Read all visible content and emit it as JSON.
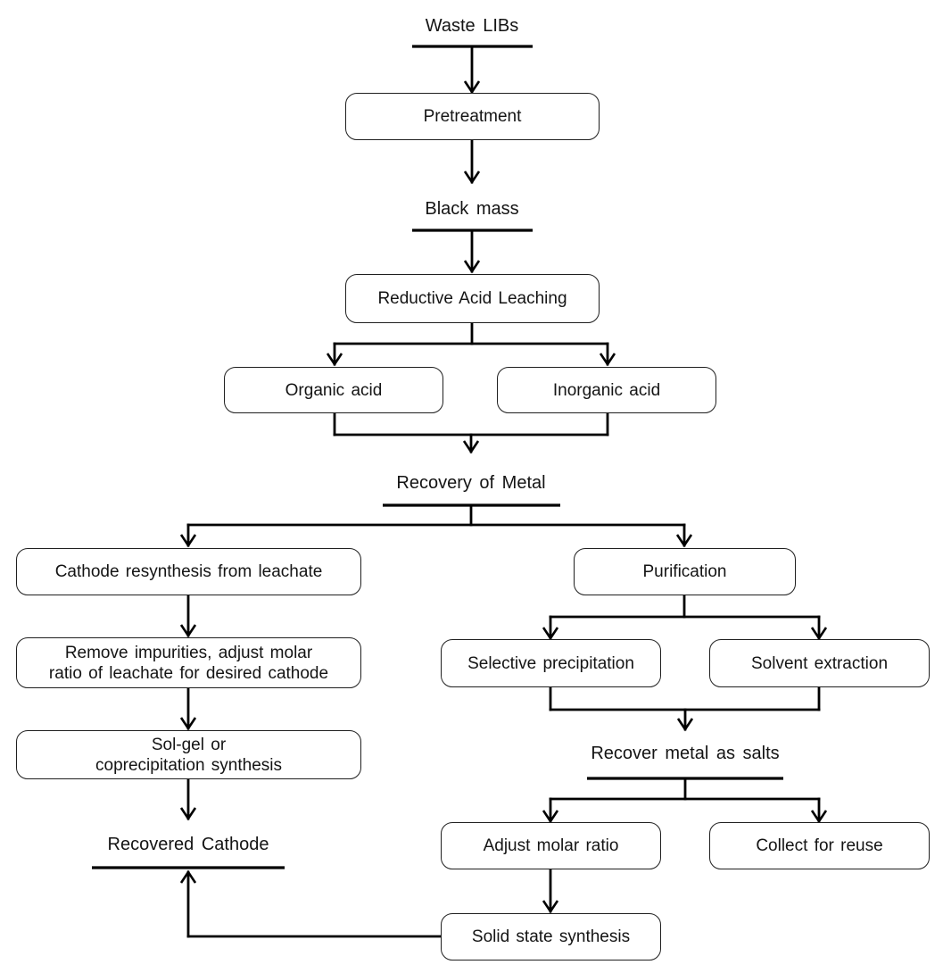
{
  "diagram": {
    "type": "flowchart",
    "topic": "Recycling of waste lithium-ion batteries (LIBs)",
    "colors": {
      "background": "#ffffff",
      "line": "#000000",
      "box_border": "#1f1f1f",
      "text": "#141414"
    },
    "nodes": {
      "waste_libs": {
        "label": "Waste LIBs",
        "shape": "underlined-text"
      },
      "pretreatment": {
        "label": "Pretreatment",
        "shape": "rounded-box"
      },
      "black_mass": {
        "label": "Black mass",
        "shape": "underlined-text"
      },
      "reductive": {
        "label": "Reductive Acid Leaching",
        "shape": "rounded-box"
      },
      "organic": {
        "label": "Organic acid",
        "shape": "rounded-box"
      },
      "inorganic": {
        "label": "Inorganic acid",
        "shape": "rounded-box"
      },
      "recovery_of_metal": {
        "label": "Recovery of Metal",
        "shape": "underlined-text"
      },
      "cathode_resynthesis": {
        "label": "Cathode resynthesis from leachate",
        "shape": "rounded-box"
      },
      "remove_impurities": {
        "label": "Remove impurities, adjust molar ratio of leachate for desired cathode",
        "line1": "Remove impurities, adjust molar",
        "line2": "ratio of leachate for desired cathode",
        "shape": "rounded-box"
      },
      "solgel": {
        "label": "Sol-gel or coprecipitation synthesis",
        "line1": "Sol-gel or",
        "line2": "coprecipitation synthesis",
        "shape": "rounded-box"
      },
      "recovered_cathode": {
        "label": "Recovered Cathode",
        "shape": "underlined-text"
      },
      "purification": {
        "label": "Purification",
        "shape": "rounded-box"
      },
      "selective": {
        "label": "Selective precipitation",
        "shape": "rounded-box"
      },
      "solvent": {
        "label": "Solvent extraction",
        "shape": "rounded-box"
      },
      "recover_metal_salts": {
        "label": "Recover metal as salts",
        "shape": "underlined-text"
      },
      "adjust_molar": {
        "label": "Adjust molar ratio",
        "shape": "rounded-box"
      },
      "collect_reuse": {
        "label": "Collect for reuse",
        "shape": "rounded-box"
      },
      "solid_state": {
        "label": "Solid state synthesis",
        "shape": "rounded-box"
      }
    },
    "edges": [
      {
        "from": "Waste LIBs",
        "to": "Pretreatment"
      },
      {
        "from": "Pretreatment",
        "to": "Black mass"
      },
      {
        "from": "Black mass",
        "to": "Reductive Acid Leaching"
      },
      {
        "from": "Reductive Acid Leaching",
        "to": "Organic acid"
      },
      {
        "from": "Reductive Acid Leaching",
        "to": "Inorganic acid"
      },
      {
        "from": "Organic acid",
        "to": "Recovery of Metal"
      },
      {
        "from": "Inorganic acid",
        "to": "Recovery of Metal"
      },
      {
        "from": "Recovery of Metal",
        "to": "Cathode resynthesis from leachate"
      },
      {
        "from": "Recovery of Metal",
        "to": "Purification"
      },
      {
        "from": "Cathode resynthesis from leachate",
        "to": "Remove impurities, adjust molar ratio of leachate for desired cathode"
      },
      {
        "from": "Remove impurities, adjust molar ratio of leachate for desired cathode",
        "to": "Sol-gel or coprecipitation synthesis"
      },
      {
        "from": "Sol-gel or coprecipitation synthesis",
        "to": "Recovered Cathode"
      },
      {
        "from": "Purification",
        "to": "Selective precipitation"
      },
      {
        "from": "Purification",
        "to": "Solvent extraction"
      },
      {
        "from": "Selective precipitation",
        "to": "Recover metal as salts"
      },
      {
        "from": "Solvent extraction",
        "to": "Recover metal as salts"
      },
      {
        "from": "Recover metal as salts",
        "to": "Adjust molar ratio"
      },
      {
        "from": "Recover metal as salts",
        "to": "Collect for reuse"
      },
      {
        "from": "Adjust molar ratio",
        "to": "Solid state synthesis"
      },
      {
        "from": "Solid state synthesis",
        "to": "Recovered Cathode"
      }
    ]
  }
}
